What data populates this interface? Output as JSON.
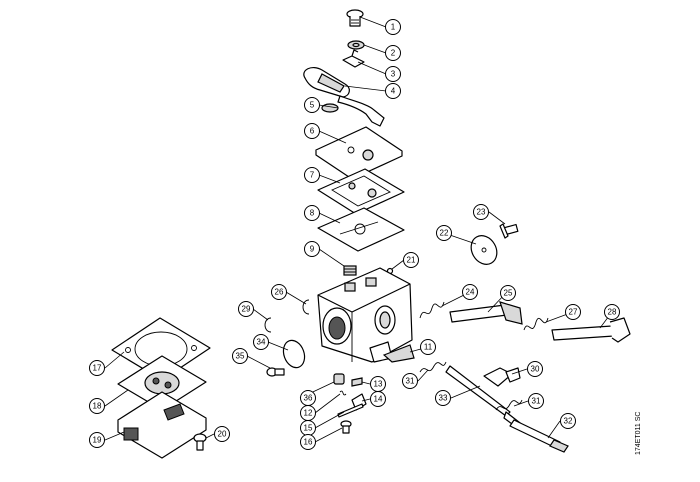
{
  "drawing_ref": "174ET011 SC",
  "callouts": [
    "1",
    "2",
    "3",
    "4",
    "5",
    "6",
    "7",
    "8",
    "9",
    "11",
    "12",
    "13",
    "14",
    "15",
    "16",
    "17",
    "18",
    "19",
    "20",
    "21",
    "22",
    "23",
    "24",
    "25",
    "26",
    "27",
    "28",
    "29",
    "30",
    "31",
    "31",
    "32",
    "33",
    "34",
    "35",
    "36"
  ]
}
